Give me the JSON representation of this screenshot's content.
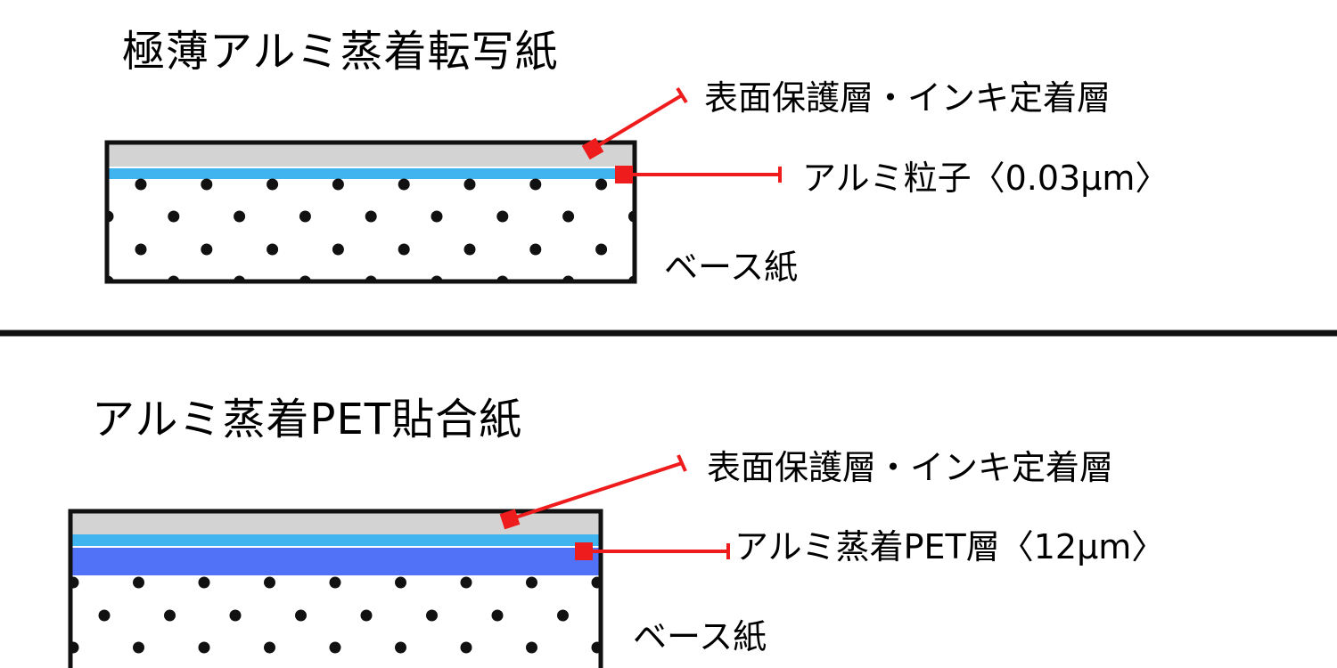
{
  "colors": {
    "protective_layer": "#d3d3d3",
    "aluminum_layer": "#3fb4ee",
    "pet_layer": "#5172f7",
    "leader": "#ee1c1c",
    "outline": "#111111",
    "dot": "#111111"
  },
  "top_diagram": {
    "title": "極薄アルミ蒸着転写紙",
    "labels": {
      "protective": "表面保護層・インキ定着層",
      "aluminum": "アルミ粒子〈0.03μm〉",
      "base": "ベース紙"
    }
  },
  "bottom_diagram": {
    "title": "アルミ蒸着PET貼合紙",
    "labels": {
      "protective": "表面保護層・インキ定着層",
      "pet": "アルミ蒸着PET層〈12μm〉",
      "base": "ベース紙"
    }
  }
}
